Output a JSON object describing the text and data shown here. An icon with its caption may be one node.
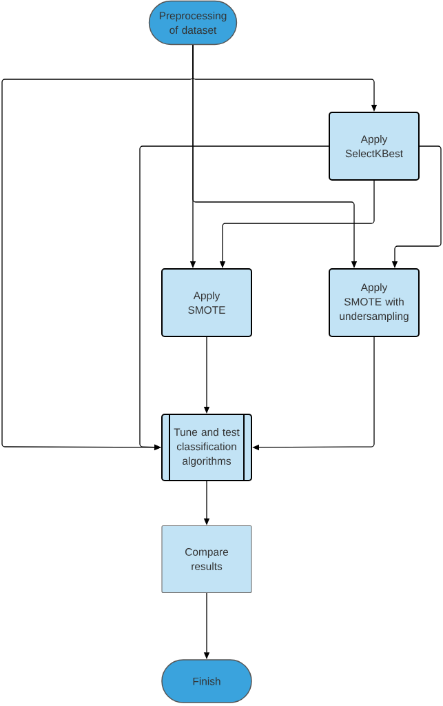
{
  "diagram": {
    "nodes": [
      {
        "text": [
          "Preprocessing of dataset"
        ]
      },
      {
        "text": [
          "Apply SelectKBest"
        ]
      },
      {
        "text": [
          "Apply SMOTE"
        ]
      },
      {
        "text": [
          "Apply SMOTE with undersampling"
        ]
      },
      {
        "text": [
          "Tune and test classification algorithms"
        ]
      },
      {
        "text": [
          "Compare results"
        ]
      },
      {
        "text": [
          "Finish"
        ]
      }
    ],
    "edges": [
      {
        "from": 0,
        "to": 1,
        "arrow": "to"
      },
      {
        "from": 0,
        "to": 4,
        "arrow": "to"
      },
      {
        "from": 0,
        "to": 2,
        "arrow": "to"
      },
      {
        "from": 0,
        "to": 3,
        "arrow": "to"
      },
      {
        "from": 1,
        "to": 4,
        "arrow": "to"
      },
      {
        "from": 1,
        "to": 2,
        "arrow": "to"
      },
      {
        "from": 1,
        "to": 3,
        "arrow": "to"
      },
      {
        "from": 2,
        "to": 4,
        "arrow": "to"
      },
      {
        "from": 3,
        "to": 4,
        "arrow": "to"
      },
      {
        "from": 4,
        "to": 5,
        "arrow": "to"
      },
      {
        "from": 5,
        "to": 6,
        "arrow": "to"
      }
    ]
  }
}
